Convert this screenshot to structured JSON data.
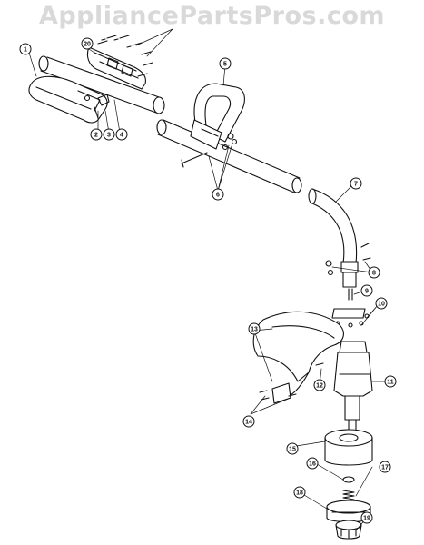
{
  "watermark": "AppliancePartsPros.com",
  "callouts": [
    "1",
    "2",
    "3",
    "4",
    "5",
    "6",
    "7",
    "8",
    "9",
    "10",
    "11",
    "12",
    "13",
    "14",
    "15",
    "16",
    "17",
    "18",
    "19",
    "20"
  ]
}
